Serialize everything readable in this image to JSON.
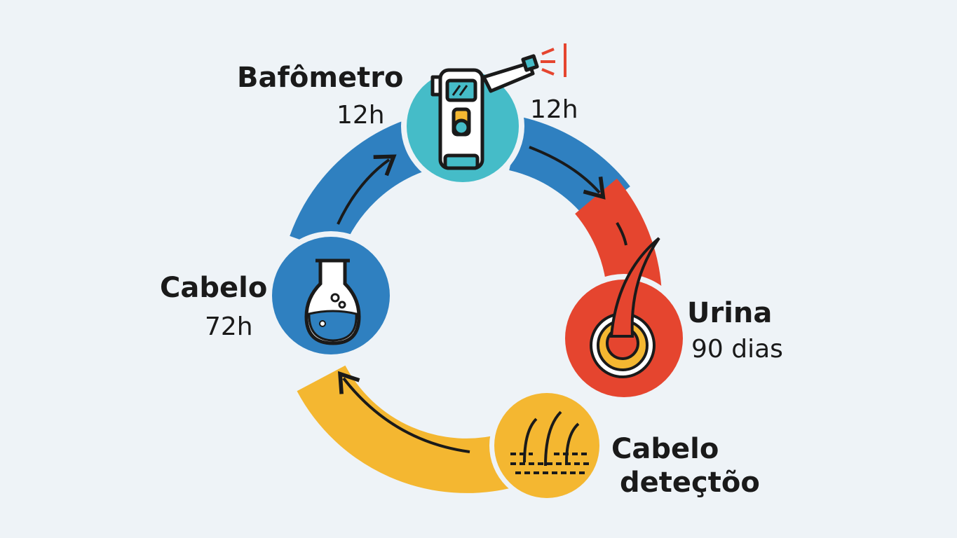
{
  "nodes": {
    "top": {
      "title": "Bafômetro",
      "left_value": "12h",
      "right_value": "12h",
      "icon": "breathalyzer-icon"
    },
    "left": {
      "title": "Cabelo",
      "value": "72h",
      "icon": "flask-icon"
    },
    "right": {
      "title": "Urina",
      "value": "90 dias",
      "icon": "hair-follicle-icon"
    },
    "bottom": {
      "title": "Cabelo",
      "subtitle": "deteçtõo",
      "icon": "hair-strands-icon"
    }
  },
  "colors": {
    "blue": "#2f80c0",
    "teal": "#45bcc8",
    "red": "#e5452f",
    "yellow": "#f4b731",
    "background": "#eef3f7"
  }
}
